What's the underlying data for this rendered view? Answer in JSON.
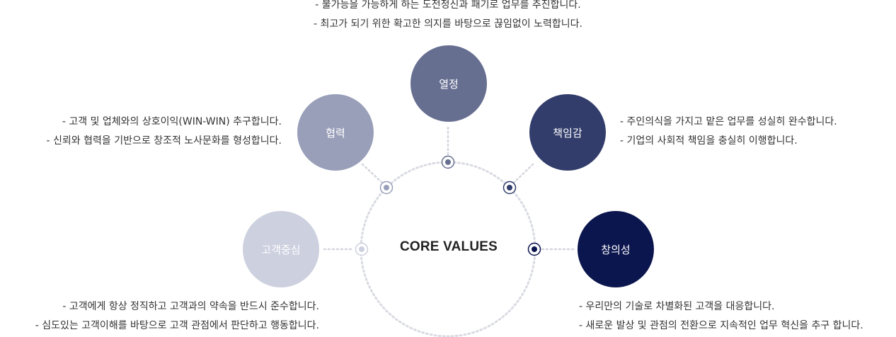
{
  "center": {
    "label": "CORE VALUES"
  },
  "values": {
    "passion": {
      "name": "열정",
      "color": "#676f91",
      "lines": [
        "- 불가능을 가능하게 하는 도전정신과 패기로 업무를 추진합니다.",
        "- 최고가 되기 위한 확고한 의지를 바탕으로 끊임없이 노력합니다."
      ]
    },
    "cooperation": {
      "name": "협력",
      "color": "#999fb9",
      "lines": [
        "- 고객 및 업체와의 상호이익(WIN-WIN)  추구합니다.",
        "- 신뢰와 협력을 기반으로 창조적 노사문화를 형성합니다."
      ]
    },
    "responsibility": {
      "name": "책임감",
      "color": "#323d6b",
      "lines": [
        "- 주인의식을 가지고 맡은 업무를 성실히 완수합니다.",
        "- 기업의 사회적 책임을 충실히 이행합니다."
      ]
    },
    "customer": {
      "name": "고객중심",
      "color": "#ccd0df",
      "lines": [
        "- 고객에게 항상 정직하고 고객과의 약속을 반드시 준수합니다.",
        "- 심도있는 고객이해를 바탕으로 고객 관점에서 판단하고 행동합니다."
      ]
    },
    "creativity": {
      "name": "창의성",
      "color": "#0b154e",
      "lines": [
        "- 우리만의 기술로 차별화된 고객을 대응합니다.",
        "- 새로운 발상 및 관점의 전환으로 지속적인 업무 혁신을 추구 합니다."
      ]
    }
  }
}
